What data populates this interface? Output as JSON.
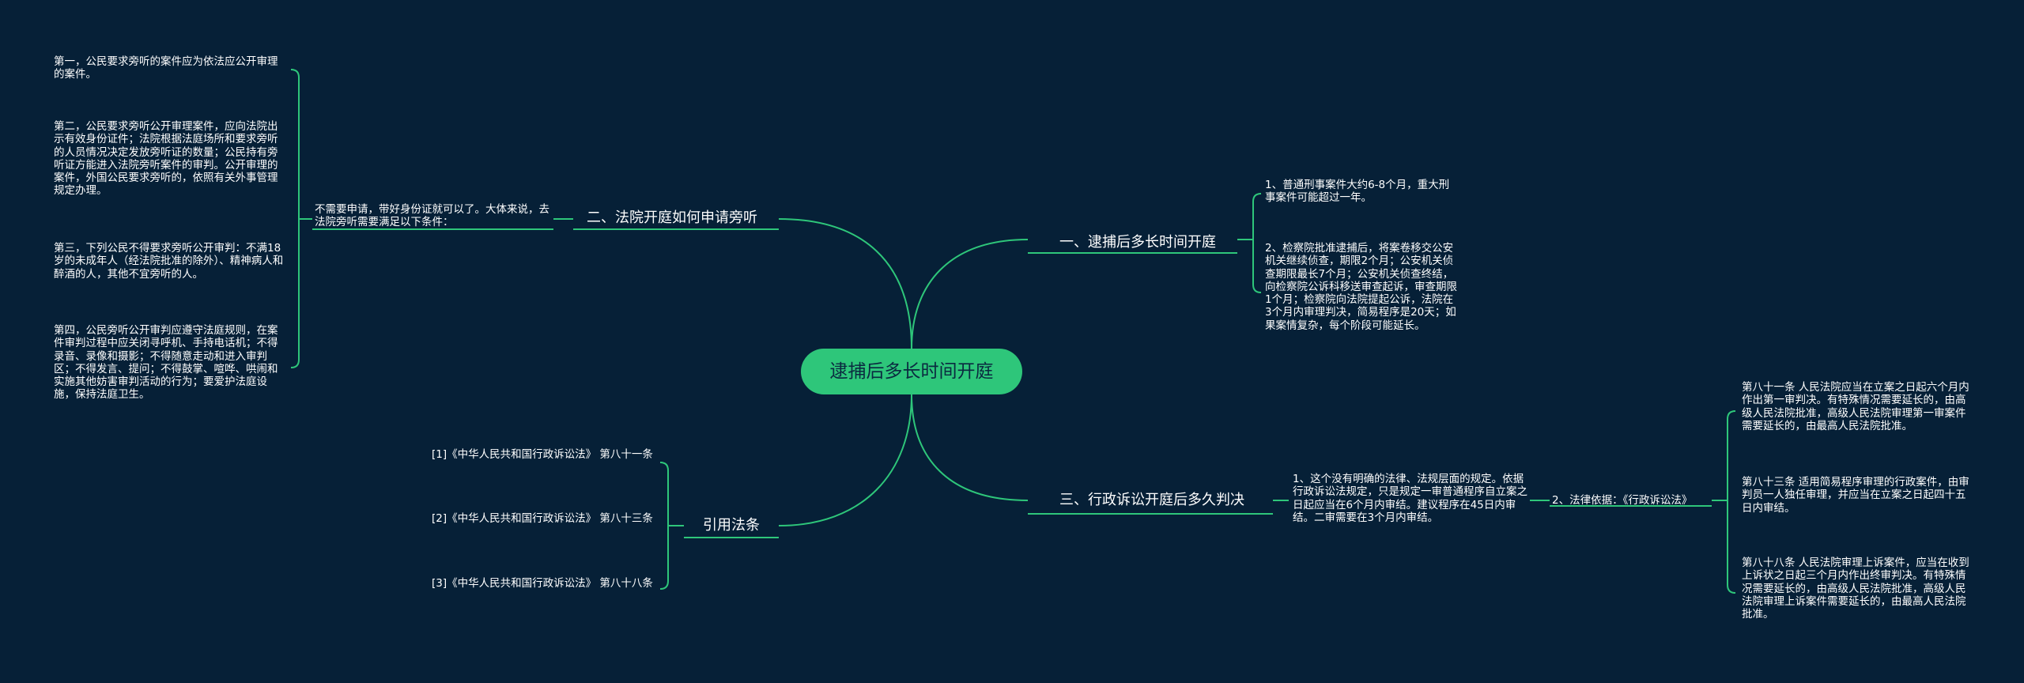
{
  "root": {
    "label": "逮捕后多长时间开庭"
  },
  "branches": {
    "b1": {
      "label": "一、逮捕后多长时间开庭",
      "items": [
        "1、普通刑事案件大约6-8个月，重大刑事案件可能超过一年。",
        "2、检察院批准逮捕后，将案卷移交公安机关继续侦查，期限2个月；公安机关侦查期限最长7个月；公安机关侦查终结，向检察院公诉科移送审查起诉，审查期限1个月；检察院向法院提起公诉，法院在3个月内审理判决，简易程序是20天；如果案情复杂，每个阶段可能延长。"
      ]
    },
    "b2": {
      "label": "二、法院开庭如何申请旁听",
      "intro": "不需要申请，带好身份证就可以了。大体来说，去法院旁听需要满足以下条件：",
      "items": [
        "第一，公民要求旁听的案件应为依法应公开审理的案件。",
        "第二，公民要求旁听公开审理案件，应向法院出示有效身份证件；法院根据法庭场所和要求旁听的人员情况决定发放旁听证的数量；公民持有旁听证方能进入法院旁听案件的审判。公开审理的案件，外国公民要求旁听的，依照有关外事管理规定办理。",
        "第三，下列公民不得要求旁听公开审判：不满18岁的未成年人（经法院批准的除外）、精神病人和醉酒的人，其他不宜旁听的人。",
        "第四，公民旁听公开审判应遵守法庭规则，在案件审判过程中应关闭寻呼机、手持电话机；不得录音、录像和摄影；不得随意走动和进入审判区；不得发言、提问；不得鼓掌、喧哗、哄闹和实施其他妨害审判活动的行为；要爱护法庭设施，保持法庭卫生。"
      ]
    },
    "b3": {
      "label": "三、行政诉讼开庭后多久判决",
      "item1": "1、这个没有明确的法律、法规层面的规定。依据行政诉讼法规定，只是规定一审普通程序自立案之日起应当在6个月内审结。建议程序在45日内审结。二审需要在3个月内审结。",
      "item2": "2、法律依据：《行政诉讼法》",
      "laws": [
        "第八十一条 人民法院应当在立案之日起六个月内作出第一审判决。有特殊情况需要延长的，由高级人民法院批准，高级人民法院审理第一审案件需要延长的，由最高人民法院批准。",
        "第八十三条 适用简易程序审理的行政案件，由审判员一人独任审理，并应当在立案之日起四十五日内审结。",
        "第八十八条 人民法院审理上诉案件，应当在收到上诉状之日起三个月内作出终审判决。有特殊情况需要延长的，由高级人民法院批准，高级人民法院审理上诉案件需要延长的，由最高人民法院批准。"
      ]
    },
    "b4": {
      "label": "引用法条",
      "items": [
        "[1]《中华人民共和国行政诉讼法》 第八十一条",
        "[2]《中华人民共和国行政诉讼法》 第八十三条",
        "[3]《中华人民共和国行政诉讼法》 第八十八条"
      ]
    }
  },
  "colors": {
    "background": "#062037",
    "accent": "#2ec67a",
    "root_text": "#0b2a40",
    "text": "#ffffff"
  }
}
